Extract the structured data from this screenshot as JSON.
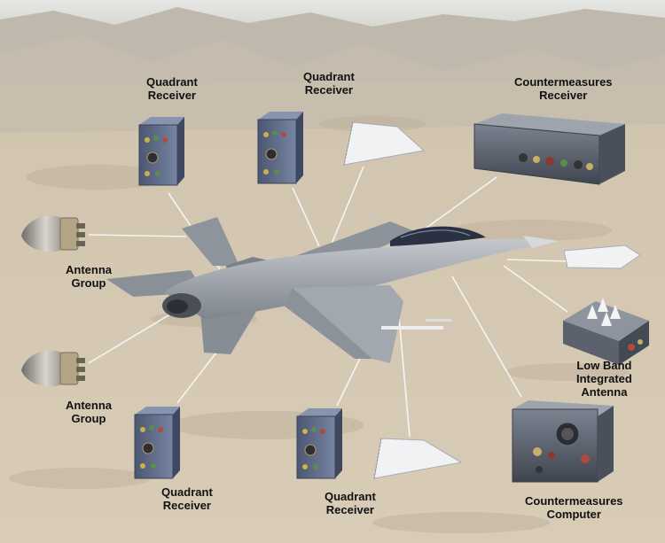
{
  "labels": {
    "quadrant_receiver_1": [
      "Quadrant",
      "Receiver"
    ],
    "quadrant_receiver_2": [
      "Quadrant",
      "Receiver"
    ],
    "quadrant_receiver_3": [
      "Quadrant",
      "Receiver"
    ],
    "quadrant_receiver_4": [
      "Quadrant",
      "Receiver"
    ],
    "countermeasures_receiver": [
      "Countermeasures",
      "Receiver"
    ],
    "countermeasures_computer": [
      "Countermeasures",
      "Computer"
    ],
    "antenna_group_1": [
      "Antenna",
      "Group"
    ],
    "antenna_group_2": [
      "Antenna",
      "Group"
    ],
    "low_band_integrated_antenna": [
      "Low Band",
      "Integrated",
      "Antenna"
    ]
  },
  "colors": {
    "sky": "#dfe1dd",
    "mountain": "#b9b3a8",
    "desert": "#d4c8b3",
    "leader_line": "#f2f2f2",
    "aircraft": "#9aa0a8",
    "receiver_box": "#5d6a86",
    "label_text": "#111111"
  }
}
